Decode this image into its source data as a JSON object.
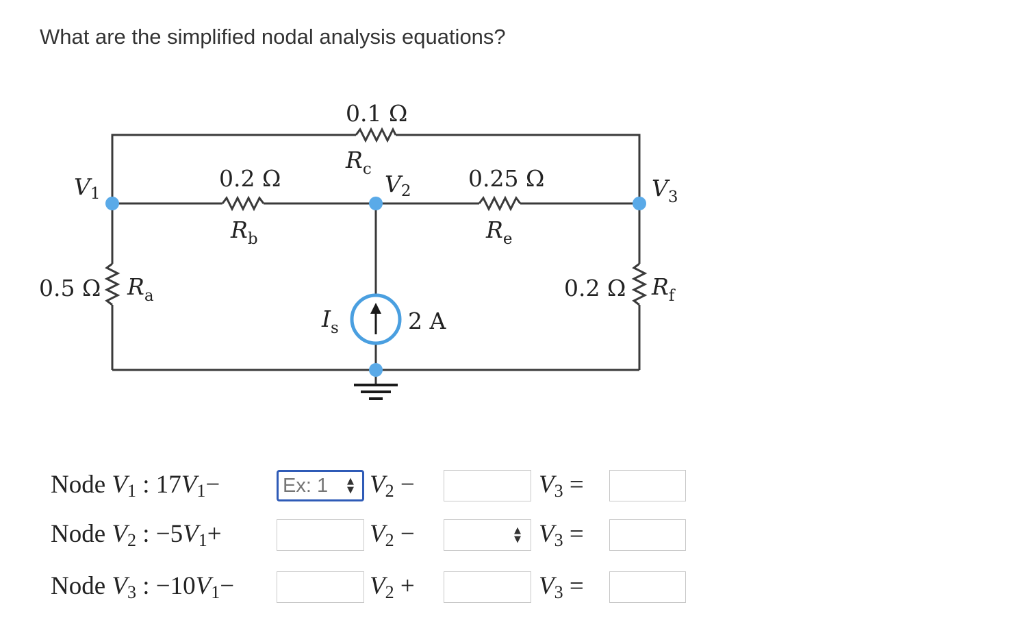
{
  "question": "What are the simplified nodal analysis equations?",
  "circuit": {
    "nodes": {
      "v1": "V",
      "v1_sub": "1",
      "v2": "V",
      "v2_sub": "2",
      "v3": "V",
      "v3_sub": "3"
    },
    "resistors": {
      "ra": {
        "value": "0.5 Ω",
        "name": "R",
        "sub": "a"
      },
      "rb": {
        "value": "0.2 Ω",
        "name": "R",
        "sub": "b"
      },
      "rc": {
        "value": "0.1 Ω",
        "name": "R",
        "sub": "c"
      },
      "re": {
        "value": "0.25 Ω",
        "name": "R",
        "sub": "e"
      },
      "rf": {
        "value": "0.2 Ω",
        "name": "R",
        "sub": "f"
      }
    },
    "source": {
      "name": "I",
      "sub": "s",
      "value": "2 A"
    },
    "colors": {
      "wire": "#3a3a3a",
      "node": "#5aaae8",
      "source": "#4a9fe0"
    }
  },
  "equations": [
    {
      "label": "Node ",
      "node_var": "V",
      "node_sub": "1",
      "sep": " : ",
      "coef": "17",
      "coef_var": "V",
      "coef_sub": "1",
      "op1": "−",
      "term2_var": "V",
      "term2_sub": "2",
      "op2": "−",
      "term3_var": "V",
      "term3_sub": "3",
      "eq": "="
    },
    {
      "label": "Node ",
      "node_var": "V",
      "node_sub": "2",
      "sep": " : ",
      "coef": "−5",
      "coef_var": "V",
      "coef_sub": "1",
      "op1": "+",
      "term2_var": "V",
      "term2_sub": "2",
      "op2": "−",
      "term3_var": "V",
      "term3_sub": "3",
      "eq": "="
    },
    {
      "label": "Node ",
      "node_var": "V",
      "node_sub": "3",
      "sep": " : ",
      "coef": "−10",
      "coef_var": "V",
      "coef_sub": "1",
      "op1": "−",
      "term2_var": "V",
      "term2_sub": "2",
      "op2": "+",
      "term3_var": "V",
      "term3_sub": "3",
      "eq": "="
    }
  ],
  "inputs": {
    "placeholder_first": "Ex: 1",
    "spinner_up": "▲",
    "spinner_down": "▼"
  }
}
